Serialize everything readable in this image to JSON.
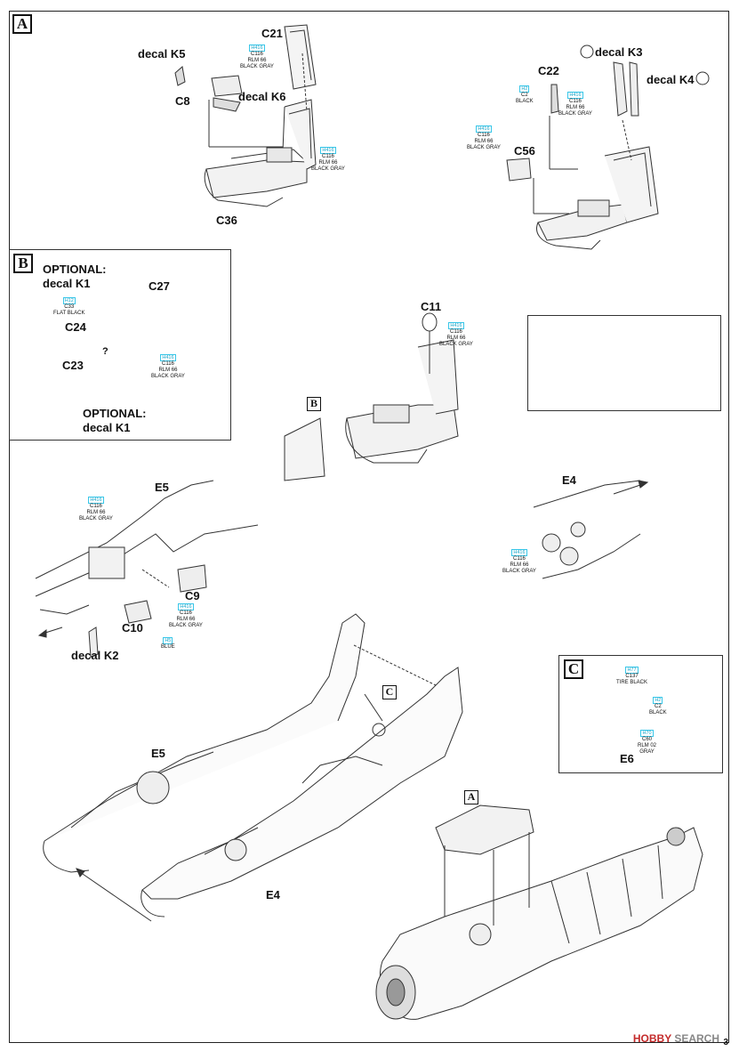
{
  "sections": {
    "a": "A",
    "b": "B",
    "c": "C"
  },
  "labels": {
    "c21": "C21",
    "decal_k5": "decal K5",
    "c8": "C8",
    "decal_k6": "decal K6",
    "c36": "C36",
    "decal_k3": "decal K3",
    "decal_k4": "decal K4",
    "c22": "C22",
    "c56": "C56",
    "c27": "C27",
    "c24": "C24",
    "c23": "C23",
    "c11": "C11",
    "e5_top": "E5",
    "c9": "C9",
    "c10": "C10",
    "decal_k2": "decal K2",
    "e4_top": "E4",
    "e5_bottom": "E5",
    "e4_bottom": "E4",
    "e6": "E6"
  },
  "optional": {
    "top_line1": "OPTIONAL:",
    "top_line2": "decal K1",
    "bottom_line1": "OPTIONAL:",
    "bottom_line2": "decal K1"
  },
  "question_mark": "?",
  "paints": {
    "h416": "H416",
    "c116": "C116",
    "rlm66": "RLM 66",
    "black_gray": "BLACK GRAY",
    "h2": "H2",
    "c2": "C2",
    "black": "BLACK",
    "h12": "H12",
    "c33": "C33",
    "flat_black": "FLAT BLACK",
    "h5": "H5",
    "blue": "BLUE",
    "h77": "H77",
    "c137": "C137",
    "tire_black": "TIRE BLACK",
    "h70": "H70",
    "c60": "C60",
    "rlm02": "RLM 02",
    "gray": "GRAY"
  },
  "watermark": {
    "brand": "HOBBY",
    "word": "SEARCH"
  },
  "page_number": "3",
  "colors": {
    "paint_code_accent": "#38c6e8",
    "watermark": "#c42b2b"
  }
}
